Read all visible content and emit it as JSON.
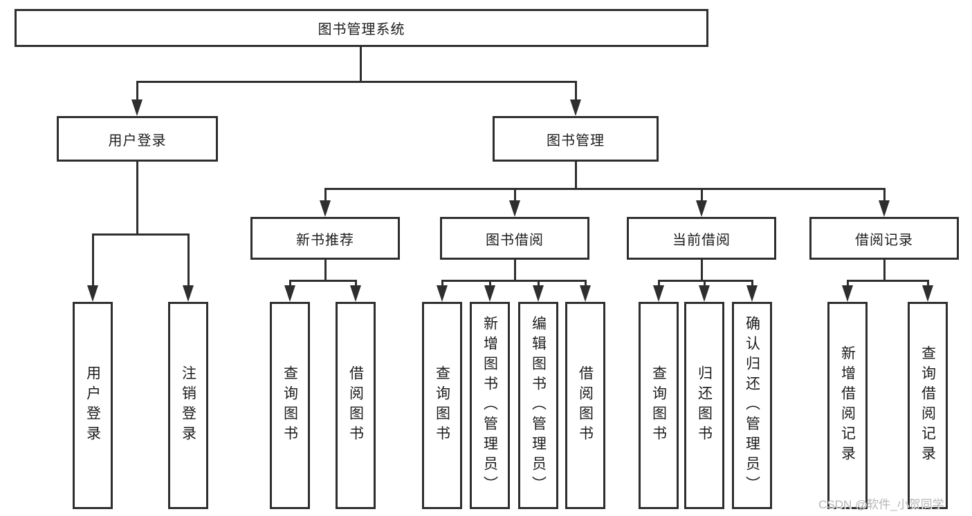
{
  "diagram": {
    "root": "图书管理系统",
    "level2": {
      "user_login": "用户登录",
      "book_mgmt": "图书管理"
    },
    "level3": {
      "new_book_rec": "新书推荐",
      "book_borrow": "图书借阅",
      "current_borrow": "当前借阅",
      "borrow_records": "借阅记录"
    },
    "leaves": {
      "user_login": "用户登录",
      "logout": "注销登录",
      "rec_query_books": "查询图书",
      "rec_borrow_books": "借阅图书",
      "bb_query_books": "查询图书",
      "bb_add_books": "新增图书（管理员）",
      "bb_edit_books": "编辑图书（管理员）",
      "bb_borrow_books": "借阅图书",
      "cb_query_books": "查询图书",
      "cb_return_books": "归还图书",
      "cb_confirm_return": "确认归还（管理员）",
      "br_add_record": "新增借阅记录",
      "br_query_record": "查询借阅记录"
    }
  },
  "watermark": "CSDN @软件_小贺同学",
  "colors": {
    "line": "#2e2e2e",
    "text": "#1c1c1c",
    "watermark": "#b2b2b2",
    "background": "#ffffff"
  }
}
